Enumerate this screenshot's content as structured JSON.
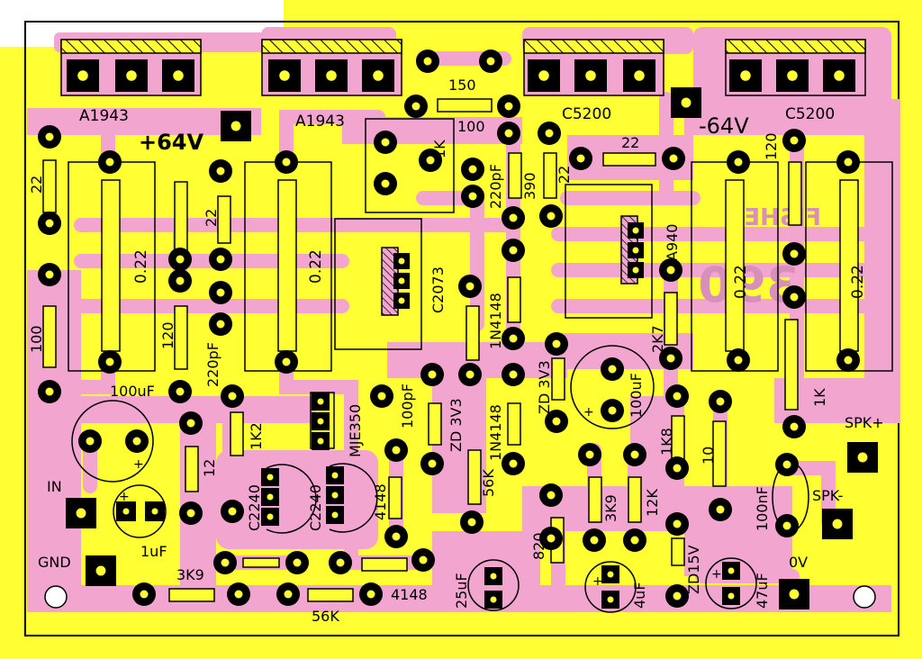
{
  "colors": {
    "background": "#ffff33",
    "copper": "#f2a6cf",
    "pad": "#000000",
    "drill": "#ffff33",
    "silk": "#000000",
    "ghost": "#d98fbc",
    "paper": "#ffffff"
  },
  "connectors": {
    "in": "IN",
    "gnd": "GND",
    "spk_plus": "SPK+",
    "spk_minus": "SPK-",
    "zero_v": "0V",
    "pos_rail": "+64V",
    "neg_rail": "-64V"
  },
  "transistors": {
    "q1": "A1943",
    "q2": "A1943",
    "q3": "C5200",
    "q4": "C5200",
    "driver_1": "C2073",
    "driver_2": "A940",
    "vas": "MJE350",
    "input_1": "C2240",
    "input_2": "C2240"
  },
  "resistors": {
    "r_22_left": "22",
    "r_100_left": "100",
    "r_022_a": "0.22",
    "r_022_b": "0.22",
    "r_022_c": "0.22",
    "r_022_d": "0.22",
    "r_120_left": "120",
    "r_22_mid": "22",
    "r_150": "150",
    "r_100_top": "100",
    "r_1k_top": "1K",
    "r_390": "390",
    "r_22_top": "22",
    "r_22_right": "22",
    "r_120_right": "120",
    "r_2k7": "2K7",
    "r_1k8": "1K8",
    "r_10": "10",
    "r_1k_right": "1K",
    "r_1k2": "1K2",
    "r_12": "12",
    "r_56k_mid": "56K",
    "r_3k9_right": "3K9",
    "r_12k": "12K",
    "r_820": "820",
    "r_3k9_bottom": "3K9",
    "r_56k_bottom": "56K"
  },
  "capacitors": {
    "c_100uf_left": "100uF",
    "c_220pf_left": "220pF",
    "c_220pf_top": "220pF",
    "c_100pf": "100pF",
    "c_100uf_right": "100uF",
    "c_100nf": "100nF",
    "c_1uf": "1uF",
    "c_25uf": "25uF",
    "c_4uf": "4uF",
    "c_47uf": "47uF"
  },
  "diodes": {
    "d_1n4148_a": "1N4148",
    "d_1n4148_b": "1N4148",
    "d_zd3v3_a": "ZD 3V3",
    "d_zd3v3_b": "ZD 3V3",
    "d_4148_a": "4148",
    "d_4148_b": "4148",
    "d_zd15v": "ZD15V"
  },
  "polarity": {
    "plus_a": "+",
    "plus_b": "+",
    "plus_c": "+",
    "plus_d": "+",
    "plus_e": "+"
  },
  "mirror_text": {
    "brand": "FISHER",
    "model": "390"
  }
}
